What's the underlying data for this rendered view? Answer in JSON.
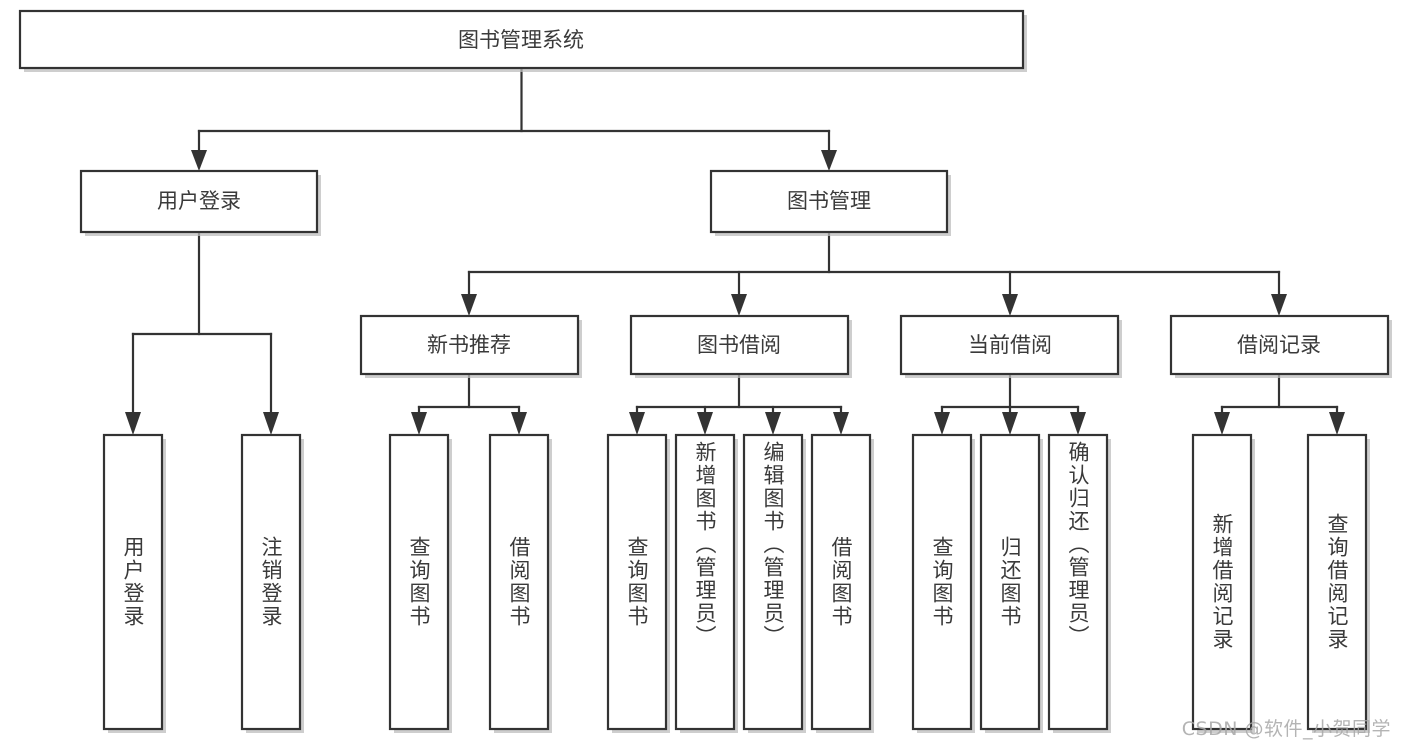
{
  "diagram": {
    "type": "tree-hierarchy",
    "title": "图书管理系统",
    "orientation": "top-down",
    "colors": {
      "stroke": "#333333",
      "box_fill": "#ffffff",
      "text": "#3a3a3a",
      "shadow": "#bdbdbd",
      "watermark": "#a8a8a8",
      "background": "#ffffff"
    },
    "root": {
      "label": "图书管理系统"
    },
    "level2": [
      {
        "label": "用户登录"
      },
      {
        "label": "图书管理"
      }
    ],
    "level3": [
      {
        "label": "新书推荐"
      },
      {
        "label": "图书借阅"
      },
      {
        "label": "当前借阅"
      },
      {
        "label": "借阅记录"
      }
    ],
    "leaves": {
      "user_login": [
        {
          "label": "用户登录"
        },
        {
          "label": "注销登录"
        }
      ],
      "new_book_recommend": [
        {
          "label": "查询图书"
        },
        {
          "label": "借阅图书"
        }
      ],
      "book_borrow": [
        {
          "label": "查询图书"
        },
        {
          "label": "新增图书（管理员）"
        },
        {
          "label": "编辑图书（管理员）"
        },
        {
          "label": "借阅图书"
        }
      ],
      "current_borrow": [
        {
          "label": "查询图书"
        },
        {
          "label": "归还图书"
        },
        {
          "label": "确认归还（管理员）"
        }
      ],
      "borrow_records": [
        {
          "label": "新增借阅记录"
        },
        {
          "label": "查询借阅记录"
        }
      ]
    }
  },
  "watermark": {
    "text": "CSDN @软件_小贺同学"
  }
}
